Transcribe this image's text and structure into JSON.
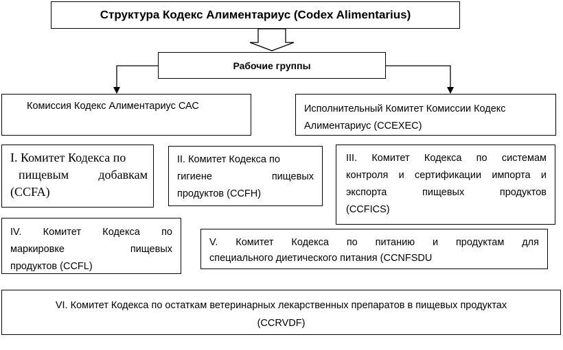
{
  "title": "Структура Кодекс Алиментариус (Codex Alimentarius)",
  "working_groups": "Рабочие группы",
  "cac": "Комиссия Кодекс Алиментариус САС",
  "ccexec": {
    "line1": "Исполнительный Комитет Комиссии Кодекс",
    "line2": "Алиментариус (CCEXEC)"
  },
  "committees": {
    "c1": {
      "line1": "I. Комитет Кодекса по",
      "line2": "пищевым добавкам",
      "line3": "(CCFA)"
    },
    "c2": {
      "line1": "II. Комитет Кодекса по",
      "line2": "гигиене пищевых",
      "line3": "продуктов (CCFH)"
    },
    "c3": {
      "line1": "III. Комитет Кодекса по системам",
      "line2": "контроля и сертификации импорта и",
      "line3": "экспорта пищевых продуктов",
      "line4": "(CCFICS)"
    },
    "c4": {
      "line1": "IV. Комитет Кодекса по",
      "line2": "маркировке пищевых",
      "line3": "продуктов (CCFL)"
    },
    "c5": {
      "line1": "V. Комитет Кодекса по питанию и продуктам для",
      "line2": "специального диетического питания (CCNFSDU"
    },
    "c6": {
      "line1": "VI. Комитет Кодекса по остаткам ветеринарных лекарственных препаратов в пищевых продуктах",
      "line2": "(CCRVDF)"
    }
  }
}
